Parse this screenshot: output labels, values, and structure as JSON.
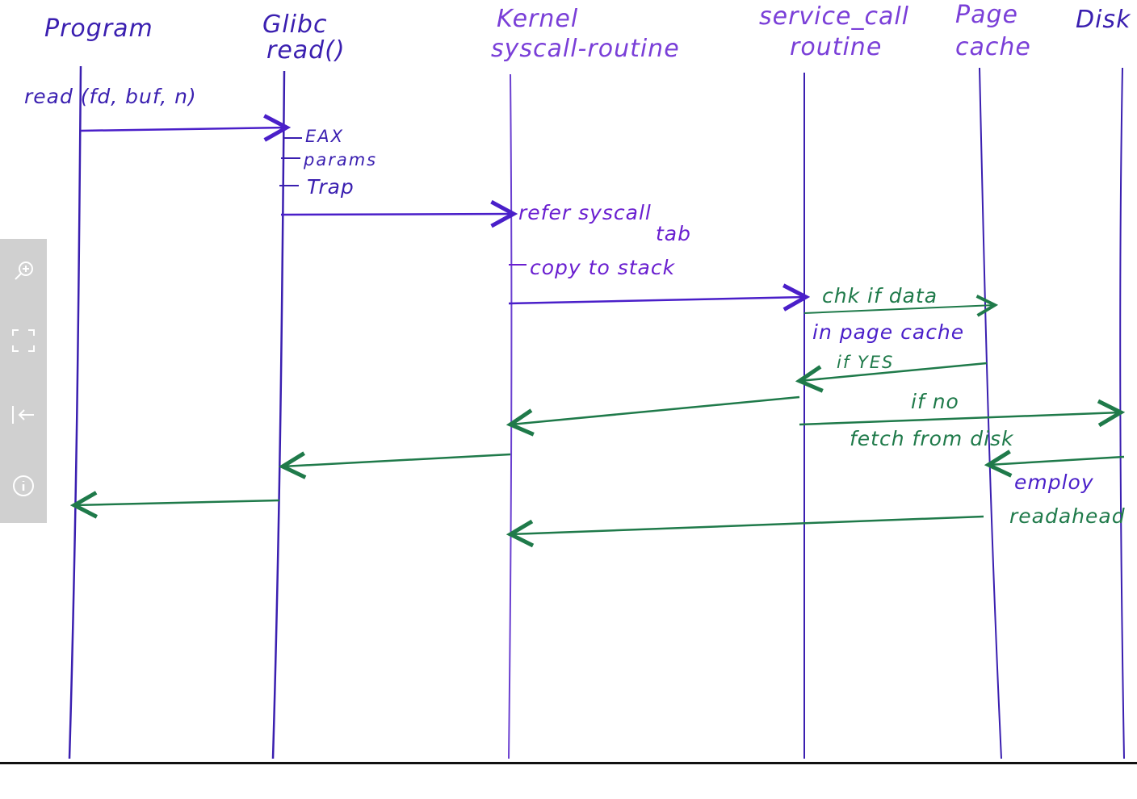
{
  "diagram": {
    "lanes": [
      {
        "id": "program",
        "title": [
          "Program"
        ]
      },
      {
        "id": "glibc",
        "title": [
          "Glibc",
          "read()"
        ]
      },
      {
        "id": "kernel",
        "title": [
          "Kernel",
          "syscall-routine"
        ]
      },
      {
        "id": "service",
        "title": [
          "service_call",
          "routine"
        ]
      },
      {
        "id": "pagecache",
        "title": [
          "Page",
          "cache"
        ]
      },
      {
        "id": "disk",
        "title": [
          "Disk"
        ]
      }
    ],
    "call": "read (fd, buf, n)",
    "glibc_notes": [
      "EAX",
      "params",
      "Trap"
    ],
    "kernel_notes": {
      "refer": "refer syscall",
      "refer2": "tab",
      "copy": "copy to stack"
    },
    "service_notes": {
      "check1": "chk if data",
      "check2": "in page cache",
      "if_yes": "if YES",
      "if_no": "if no",
      "fetch": "fetch from disk",
      "employ": "employ",
      "readahead": "readahead"
    }
  },
  "colors": {
    "request": "#4a1fc9",
    "response": "#1f7a4a",
    "lifeline": "#3a1fb0",
    "toolbar": "#c8c8c8"
  },
  "toolbar": {
    "icons": [
      "zoom-in-icon",
      "fullscreen-icon",
      "back-icon",
      "info-icon"
    ]
  }
}
